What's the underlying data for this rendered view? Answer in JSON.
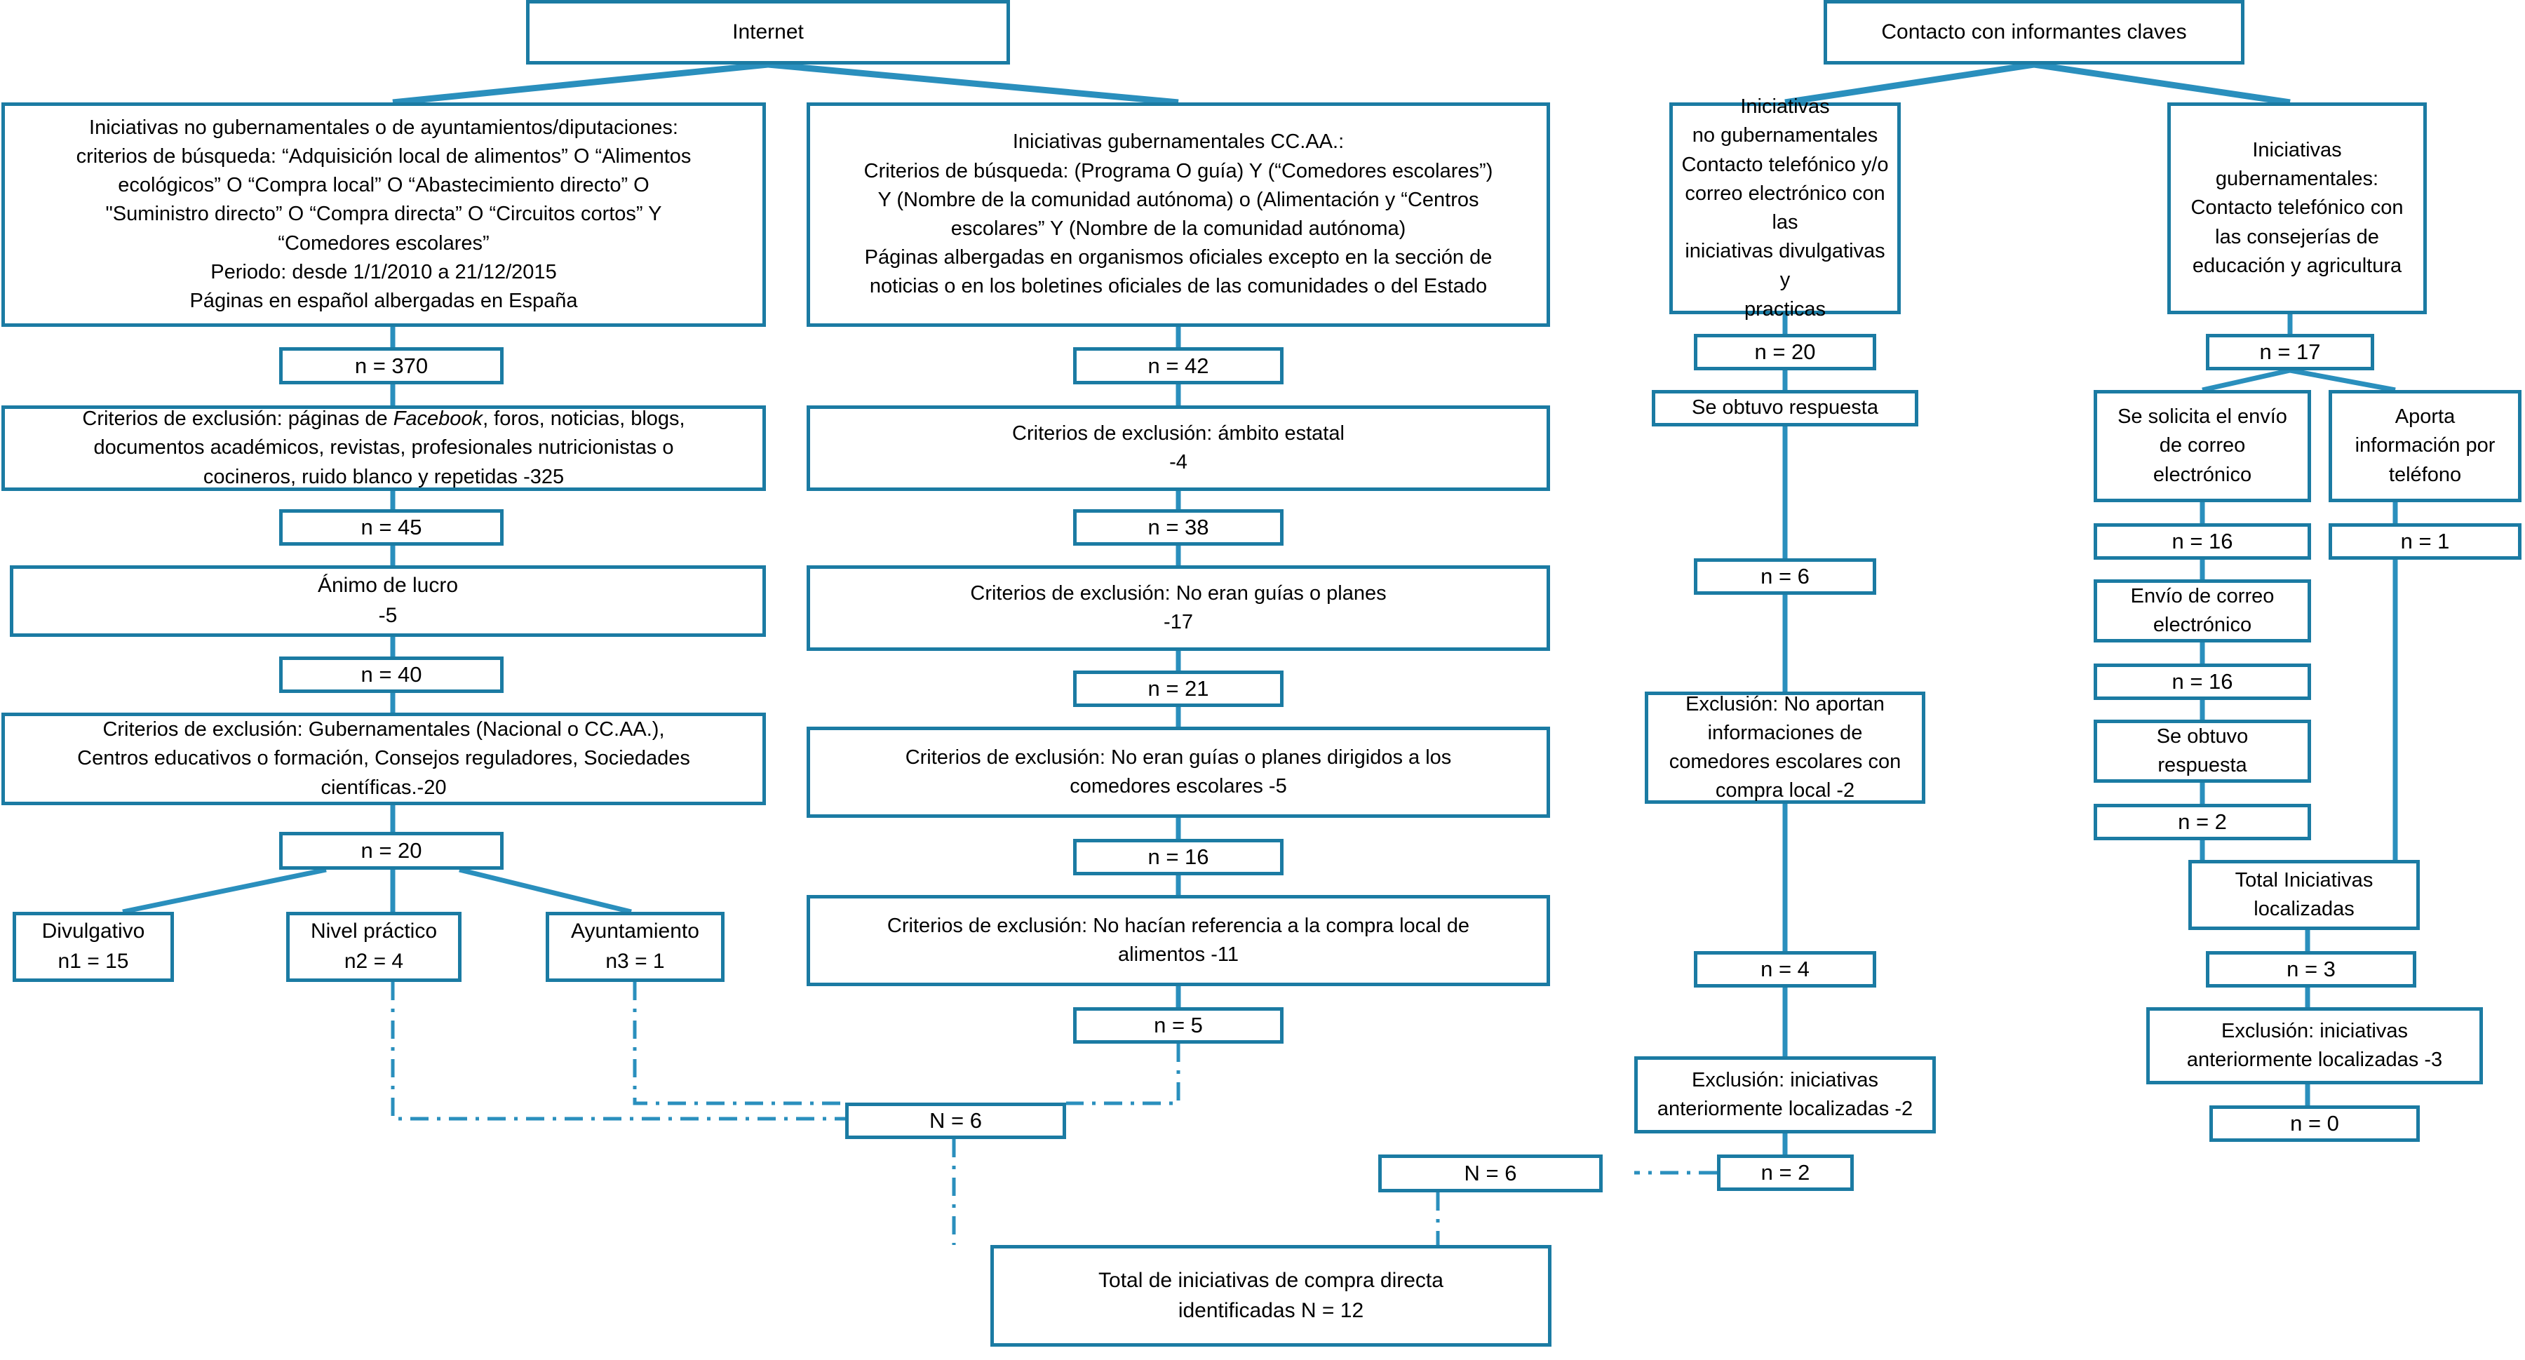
{
  "theme": {
    "border_color": "#1b7ba3",
    "line_color": "#2a8fbd",
    "text_color": "#000000",
    "background": "#ffffff"
  },
  "diagram": {
    "title": "Flujograma de identificación de iniciativas de compra directa",
    "type": "flowchart",
    "sources": [
      "Internet",
      "Contacto con informantes claves"
    ]
  },
  "nodes": {
    "internet": "Internet",
    "contacto_informantes": "Contacto con informantes claves",
    "col1_criteria": "Iniciativas no gubernamentales o de ayuntamientos/diputaciones:\ncriterios de búsqueda: “Adquisición local de alimentos” O “Alimentos\necológicos” O “Compra local” O “Abastecimiento directo” O\n\"Suministro directo” O “Compra directa” O “Circuitos cortos” Y\n“Comedores escolares”\nPeriodo: desde 1/1/2010 a 21/12/2015\nPáginas en español albergadas en España",
    "col1_n370": "n = 370",
    "col1_excl1": "Criterios de exclusión: páginas de Facebook, foros, noticias, blogs,\ndocumentos académicos, revistas, profesionales nutricionistas o\ncocineros, ruido blanco y repetidas  -325",
    "col1_excl1_italic": "Facebook",
    "col1_n45": "n = 45",
    "col1_lucro": "Ánimo de lucro\n-5",
    "col1_n40": "n = 40",
    "col1_excl2": "Criterios de exclusión: Gubernamentales (Nacional o CC.AA.),\nCentros educativos o formación, Consejos reguladores, Sociedades\ncientíficas.-20",
    "col1_n20": "n = 20",
    "col1_divulgativo": "Divulgativo\nn1 = 15",
    "col1_nivel_practico": "Nivel práctico\nn2 = 4",
    "col1_ayuntamiento": "Ayuntamiento\nn3 = 1",
    "col2_criteria": "Iniciativas gubernamentales CC.AA.:\nCriterios de búsqueda: (Programa O guía) Y (“Comedores escolares”)\nY (Nombre de la comunidad autónoma) o (Alimentación y “Centros\nescolares” Y (Nombre de la comunidad autónoma)\nPáginas albergadas en organismos oficiales excepto en la sección de\nnoticias o en los  boletines oficiales de las comunidades o del Estado",
    "col2_n42": "n = 42",
    "col2_excl1": "Criterios de exclusión: ámbito estatal\n-4",
    "col2_n38": "n = 38",
    "col2_excl2": "Criterios de exclusión: No eran guías o planes\n-17",
    "col2_n21": "n = 21",
    "col2_excl3": "Criterios de exclusión: No eran guías o planes dirigidos a los\ncomedores escolares -5",
    "col2_n16": "n = 16",
    "col2_excl4": "Criterios de exclusión: No hacían referencia a la compra local de\nalimentos -11",
    "col2_n5": "n = 5",
    "col3_desc": "Iniciativas\nno gubernamentales\nContacto telefónico y/o\ncorreo electrónico con las\niniciativas divulgativas y\npracticas",
    "col3_n20": "n = 20",
    "col3_respuesta": "Se obtuvo respuesta",
    "col3_n6": "n = 6",
    "col3_excl1": "Exclusión: No aportan\ninformaciones de\ncomedores escolares con\ncompra local -2",
    "col3_n4": "n = 4",
    "col3_excl2": "Exclusión: iniciativas\nanteriormente localizadas -2",
    "col3_n2": "n = 2",
    "col4_desc": "Iniciativas\ngubernamentales:\nContacto telefónico con\nlas consejerías de\neducación y agricultura",
    "col4_n17": "n = 17",
    "col4_solicita": "Se solicita el envío\nde correo\nelectrónico",
    "col4_aporta": "Aporta\ninformación por\nteléfono",
    "col4_n16a": "n = 16",
    "col4_n1": "n = 1",
    "col4_envio": "Envío de correo\nelectrónico",
    "col4_n16b": "n = 16",
    "col4_respuesta": "Se obtuvo\nrespuesta",
    "col4_n2": "n = 2",
    "col4_total_loc": "Total Iniciativas\nlocalizadas",
    "col4_n3": "n = 3",
    "col4_excl": "Exclusión: iniciativas\nanteriormente localizadas -3",
    "col4_n0": "n = 0",
    "mid_N6_left": "N = 6",
    "mid_N6_right": "N = 6",
    "total_final": "Total de iniciativas de compra directa\nidentificadas N = 12"
  }
}
